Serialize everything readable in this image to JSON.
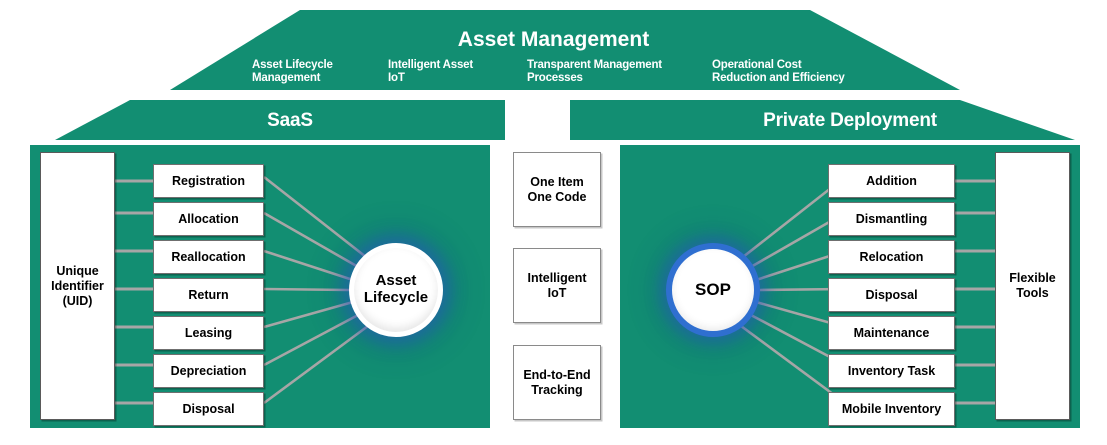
{
  "banner": {
    "title": "Asset Management",
    "pillars": [
      "Asset Lifecycle\nManagement",
      "Intelligent Asset\nIoT",
      "Transparent Management\nProcesses",
      "Operational Cost\nReduction and Efficiency"
    ]
  },
  "sections": {
    "left_title": "SaaS",
    "right_title": "Private Deployment"
  },
  "left_panel": {
    "anchor_label": "Unique\nIdentifier\n(UID)",
    "hub_label": "Asset\nLifecycle",
    "items": [
      "Registration",
      "Allocation",
      "Reallocation",
      "Return",
      "Leasing",
      "Depreciation",
      "Disposal"
    ]
  },
  "middle_column": {
    "boxes": [
      "One Item\nOne Code",
      "Intelligent\nIoT",
      "End-to-End\nTracking"
    ]
  },
  "right_panel": {
    "anchor_label": "Flexible\nTools",
    "hub_label": "SOP",
    "items": [
      "Addition",
      "Dismantling",
      "Relocation",
      "Disposal",
      "Maintenance",
      "Inventory Task",
      "Mobile Inventory"
    ]
  },
  "colors": {
    "brand_green": "#128E72",
    "panel_white": "#FFFFFF",
    "connector_gray": "#9A9A9A",
    "sop_ring_blue": "#2F6FD0",
    "text_dark": "#000000"
  }
}
